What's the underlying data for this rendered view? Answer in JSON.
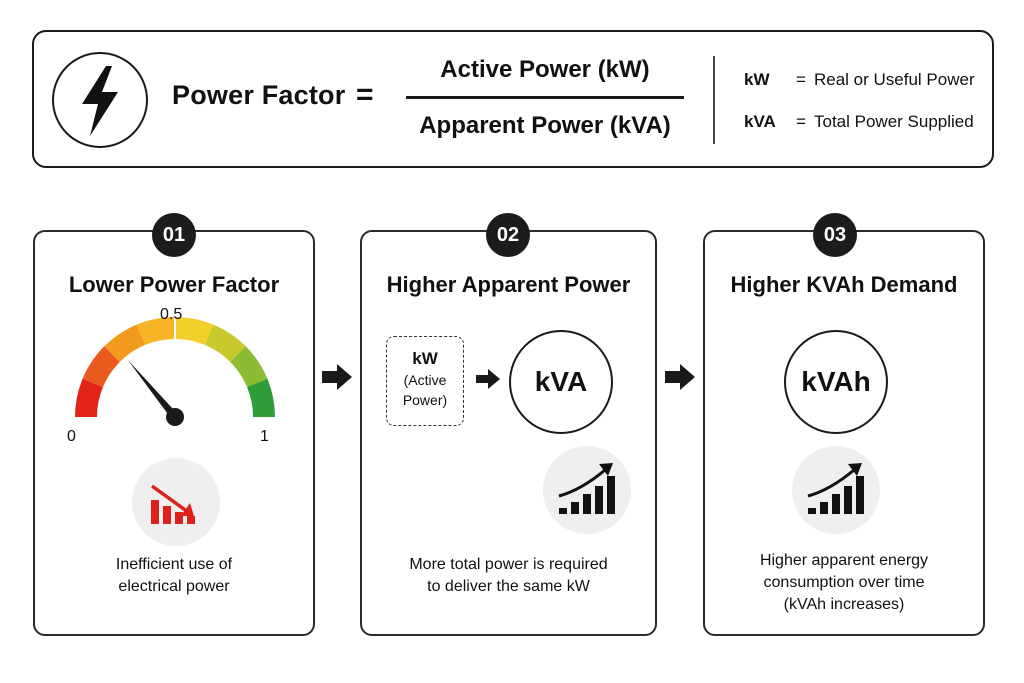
{
  "formula": {
    "icon": "lightning-bolt-icon",
    "label": "Power Factor",
    "equals": "=",
    "numerator": "Active Power (kW)",
    "denominator": "Apparent Power (kVA)",
    "definitions": [
      {
        "key": "kW",
        "eq": "=",
        "meaning": "Real or Useful Power"
      },
      {
        "key": "kVA",
        "eq": "=",
        "meaning": "Total Power Supplied"
      }
    ]
  },
  "steps": [
    {
      "number": "01",
      "title": "Lower Power Factor",
      "gauge": {
        "min": "0",
        "mid": "0.5",
        "max": "1",
        "needle_value": 0.28
      },
      "icon": "declining-bar-chart-icon",
      "text_lines": [
        "Inefficient use of",
        "electrical power"
      ]
    },
    {
      "number": "02",
      "title": "Higher Apparent Power",
      "kw_box": {
        "main": "kW",
        "sub_lines": [
          "(Active",
          "Power)"
        ]
      },
      "circle_label": "kVA",
      "icon": "rising-bar-chart-icon",
      "text_lines": [
        "More total power is required",
        "to deliver the same kW"
      ]
    },
    {
      "number": "03",
      "title": "Higher KVAh Demand",
      "circle_label": "kVAh",
      "icon": "rising-bar-chart-icon",
      "text_lines": [
        "Higher apparent energy",
        "consumption over time",
        "(kVAh increases)"
      ]
    }
  ],
  "colors": {
    "outline": "#1a1a1a",
    "gauge_red": "#e2231a",
    "gauge_orange": "#f29a1e",
    "gauge_yellow": "#f3cf2a",
    "gauge_green": "#2e9e3a",
    "decline_red": "#e0201b",
    "icon_bg": "#efefef"
  }
}
